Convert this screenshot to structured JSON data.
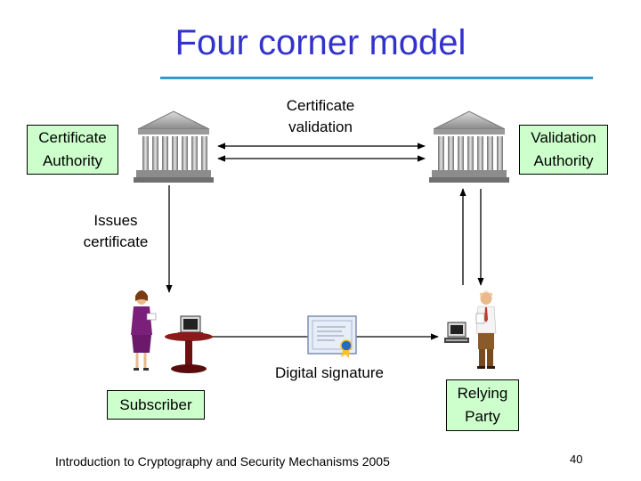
{
  "title": "Four corner model",
  "nodes": {
    "certificate_authority": "Certificate Authority",
    "validation_authority": "Validation Authority",
    "subscriber": "Subscriber",
    "relying_party": "Relying Party"
  },
  "edges": {
    "certificate_validation": "Certificate validation",
    "issues_certificate": "Issues certificate",
    "digital_signature": "Digital signature"
  },
  "footer": "Introduction to Cryptography and Security Mechanisms 2005",
  "page_number": "40",
  "colors": {
    "title": "#3333cc",
    "rule": "#3399cc",
    "box_fill": "#ccffcc",
    "building": "#a8a8a8"
  }
}
